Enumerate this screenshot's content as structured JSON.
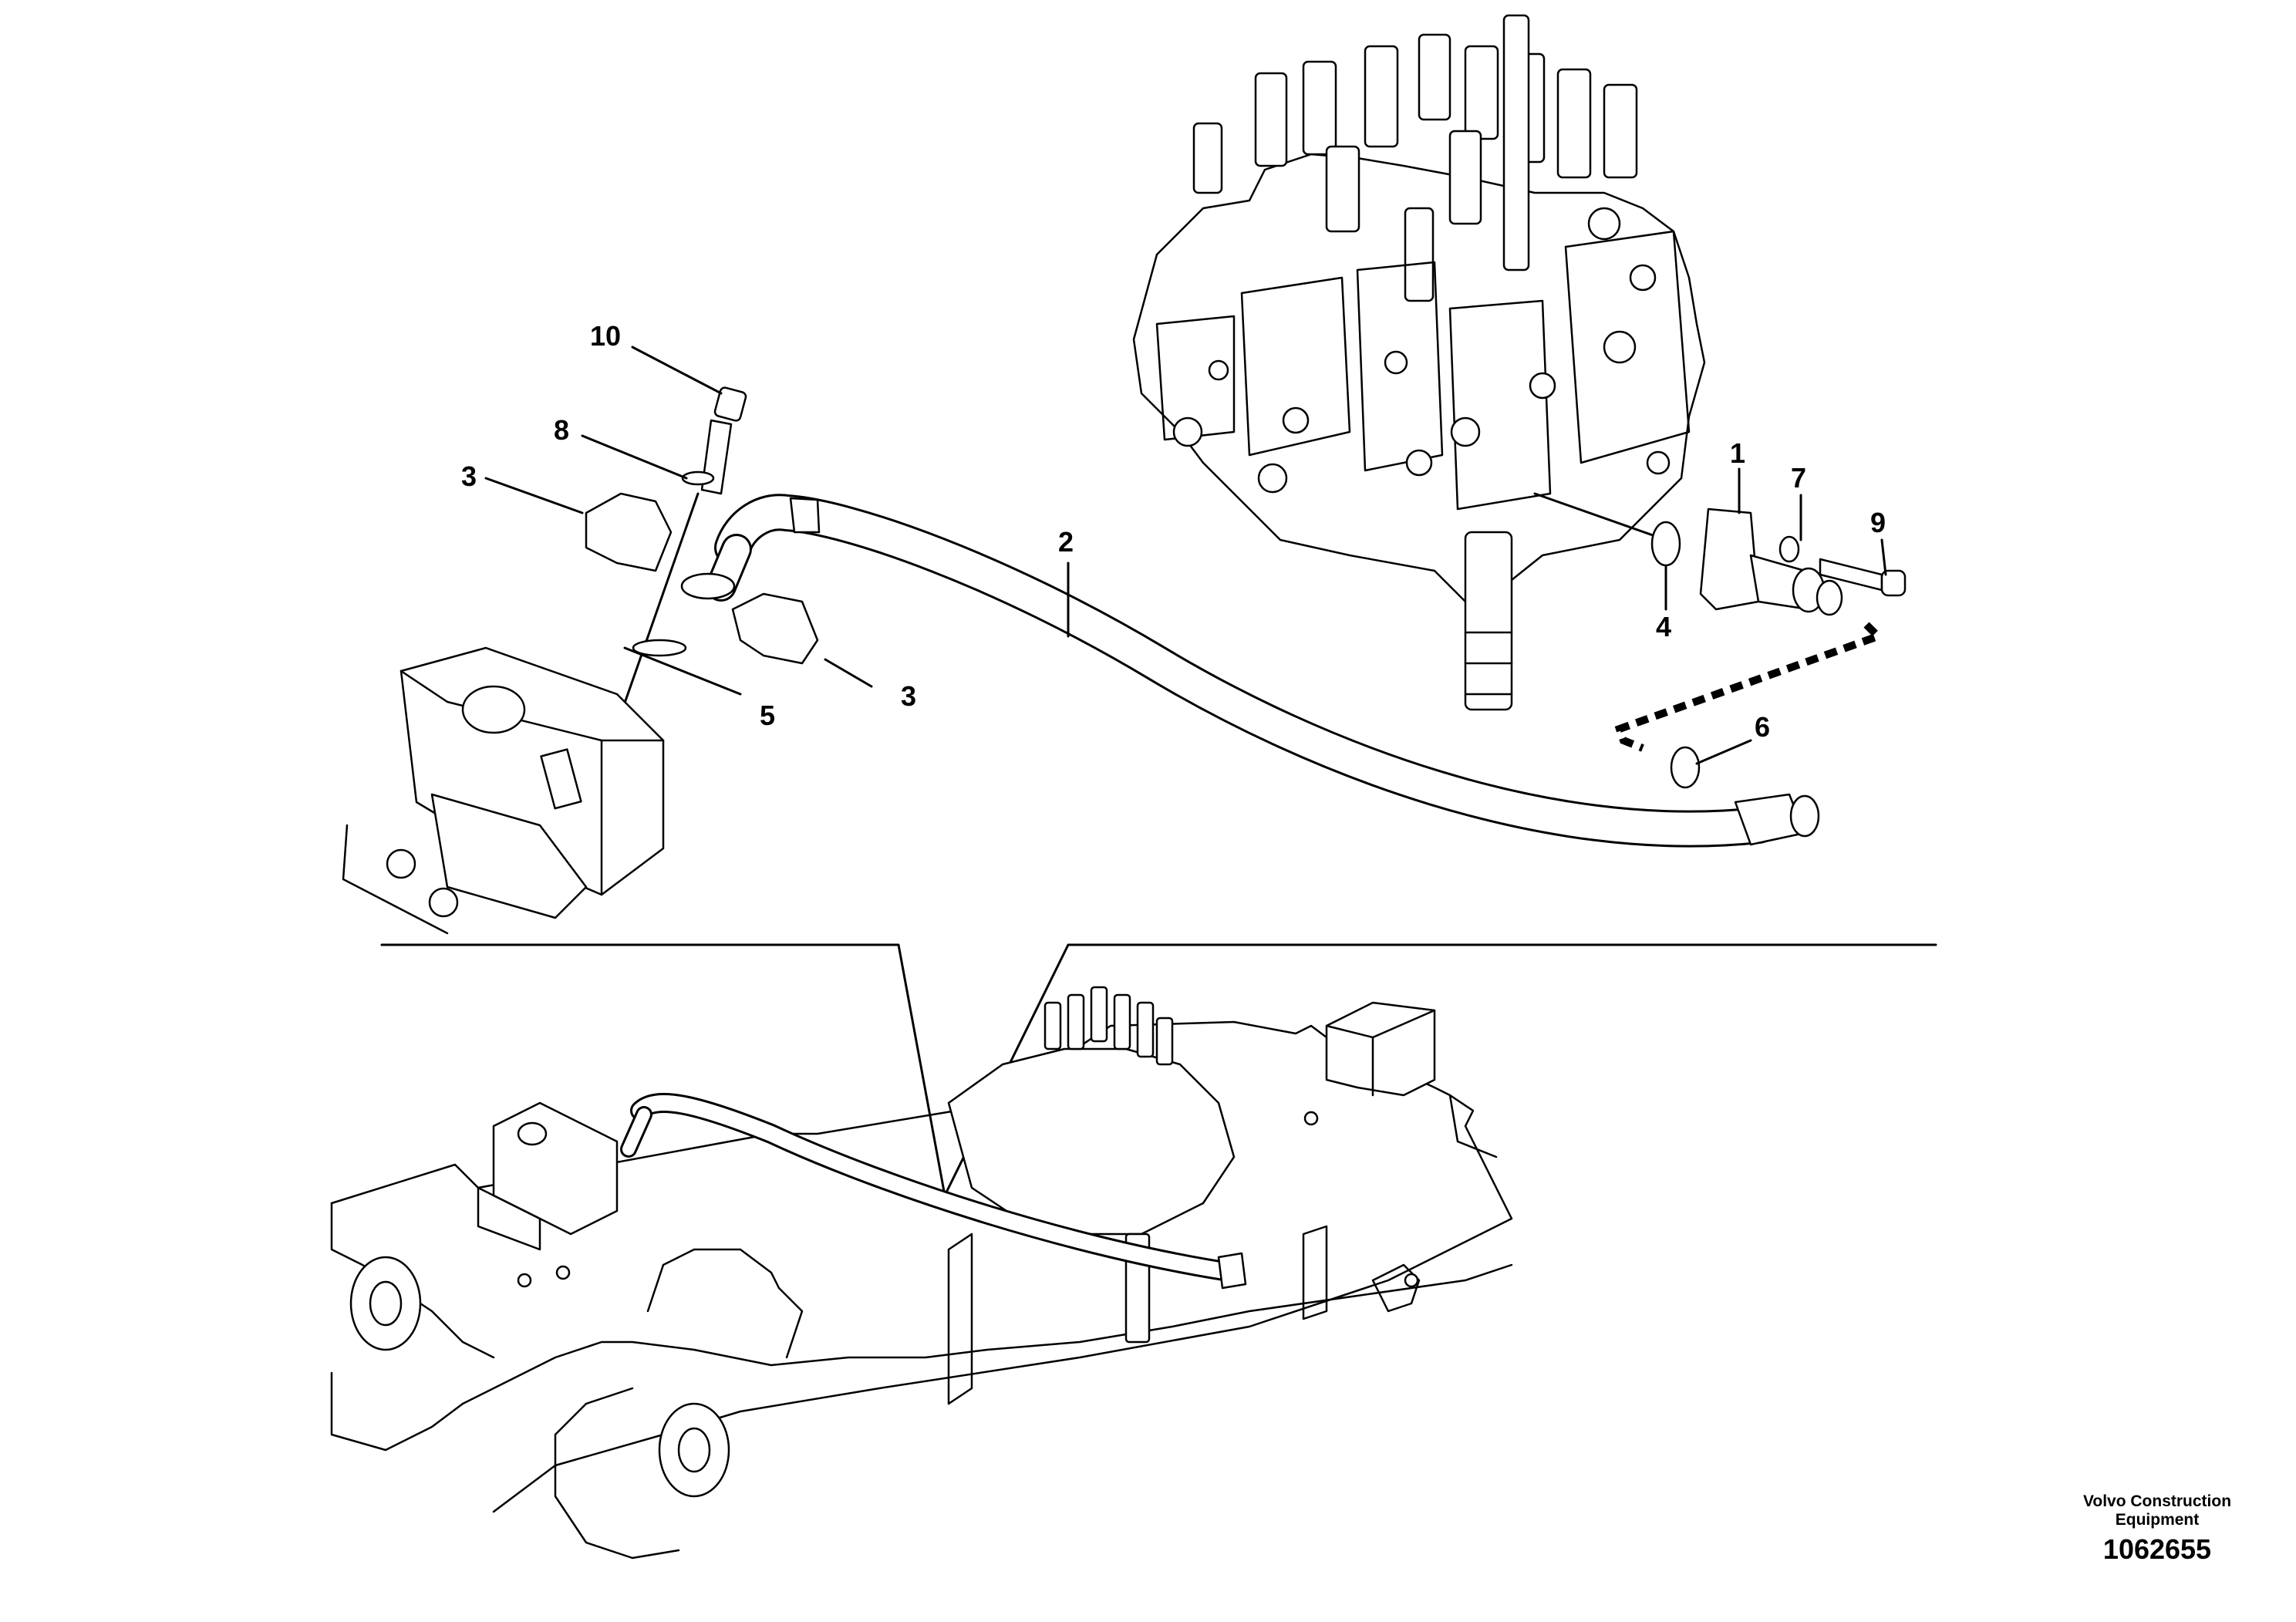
{
  "callouts": {
    "c1": "1",
    "c2": "2",
    "c3a": "3",
    "c3b": "3",
    "c4": "4",
    "c5": "5",
    "c6": "6",
    "c7": "7",
    "c8": "8",
    "c9": "9",
    "c10": "10"
  },
  "branding": {
    "line1": "Volvo Construction",
    "line2": "Equipment",
    "drawing_number": "1062655"
  }
}
